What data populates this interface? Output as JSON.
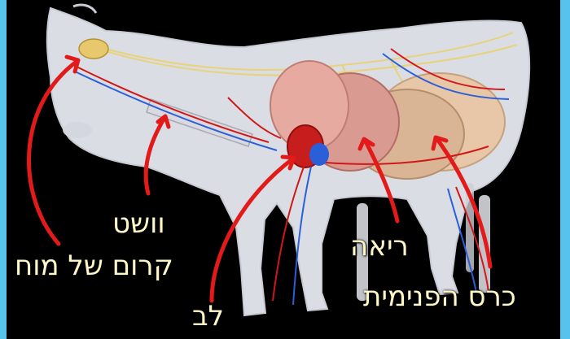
{
  "labels": {
    "brain_membrane": "קרום של מוח",
    "trachea": "וושט",
    "heart": "לב",
    "lung": "ריאה",
    "inner_stomach": "כרס הפנימית"
  },
  "colors": {
    "arrow": "#e21a1a",
    "label_text": "#fff7c8",
    "side_border": "#57c2ec",
    "artery": "#d01818",
    "vein": "#2a5fd8",
    "nerve": "#e8d27a"
  }
}
